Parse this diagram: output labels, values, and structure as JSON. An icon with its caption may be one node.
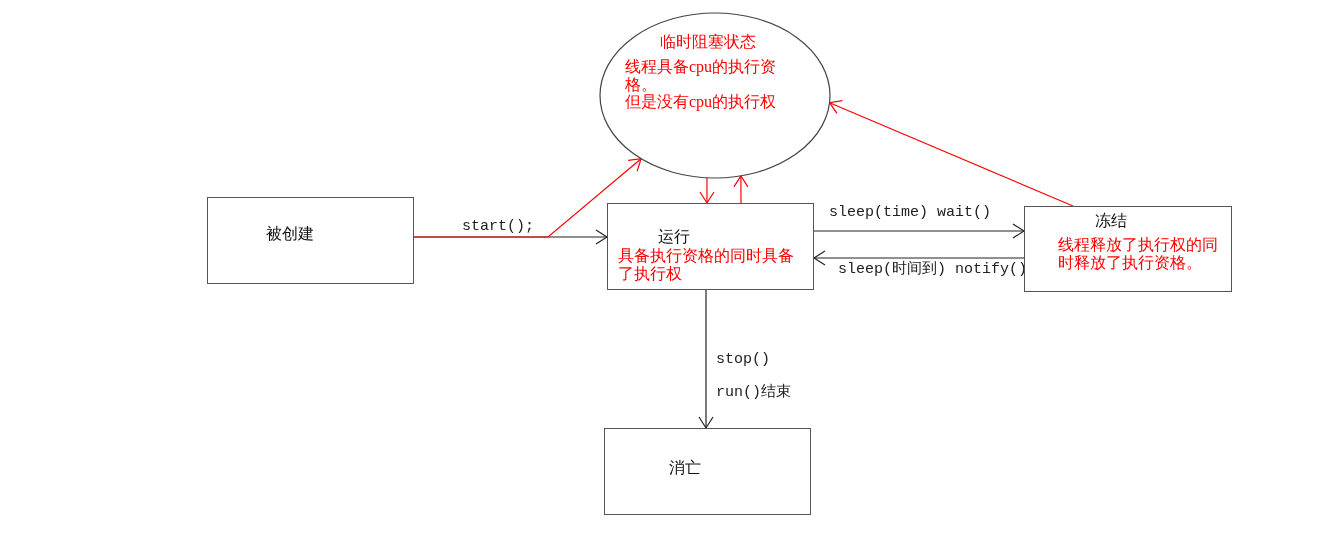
{
  "diagram": {
    "nodes": [
      {
        "text": [
          "临时阻塞状态",
          "线程具备cpu的执行资格。",
          "但是没有cpu的执行权"
        ]
      },
      {
        "text": [
          "被创建"
        ]
      },
      {
        "text": [
          "运行",
          "具备执行资格的同时具备了执行权"
        ]
      },
      {
        "text": [
          "冻结",
          "线程释放了执行权的同时释放了执行资格。"
        ]
      },
      {
        "text": [
          "消亡"
        ]
      }
    ],
    "edges": [
      {
        "from": 1,
        "to": 2,
        "arrow": "to",
        "label": "start();"
      },
      {
        "from": 1,
        "to": 0,
        "arrow": "to",
        "color": "#ff0000"
      },
      {
        "from": 0,
        "to": 2,
        "arrow": "to",
        "color": "#ff0000"
      },
      {
        "from": 2,
        "to": 0,
        "arrow": "to",
        "color": "#ff0000"
      },
      {
        "from": 2,
        "to": 3,
        "arrow": "to",
        "label": "sleep(time) wait()"
      },
      {
        "from": 3,
        "to": 2,
        "arrow": "to",
        "label": "sleep(时间到) notify()"
      },
      {
        "from": 3,
        "to": 0,
        "arrow": "to",
        "color": "#ff0000"
      },
      {
        "from": 2,
        "to": 4,
        "arrow": "to",
        "label": "stop() run()结束"
      }
    ]
  }
}
